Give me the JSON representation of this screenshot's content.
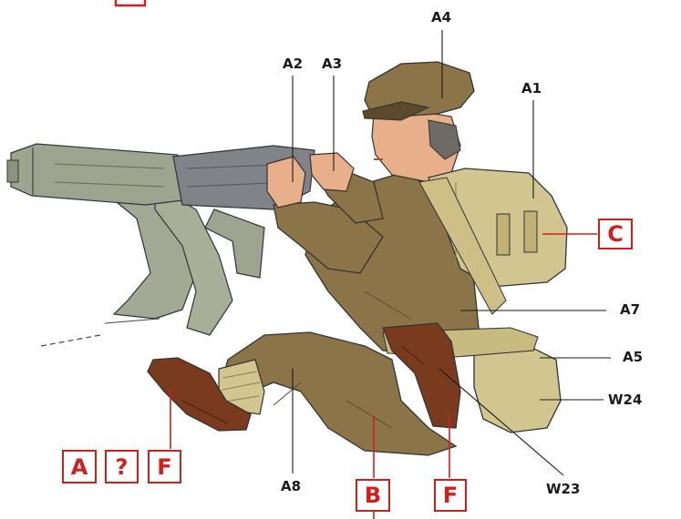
{
  "labels": {
    "a1": "A1",
    "a2": "A2",
    "a3": "A3",
    "a4": "A4",
    "a5": "A5",
    "a7": "A7",
    "a8": "A8",
    "w23": "W23",
    "w24": "W24"
  },
  "boxes": {
    "c": "C",
    "a": "A",
    "question": "?",
    "f_left": "F",
    "b": "B",
    "f_right": "F"
  },
  "colors": {
    "callout_red": "#d0201e",
    "uniform_khaki": "#8b7548",
    "webbing_tan": "#cdbf86",
    "gun_grey": "#9ea48f",
    "leather_brown": "#7a3a1e",
    "skin": "#e8b08a"
  }
}
